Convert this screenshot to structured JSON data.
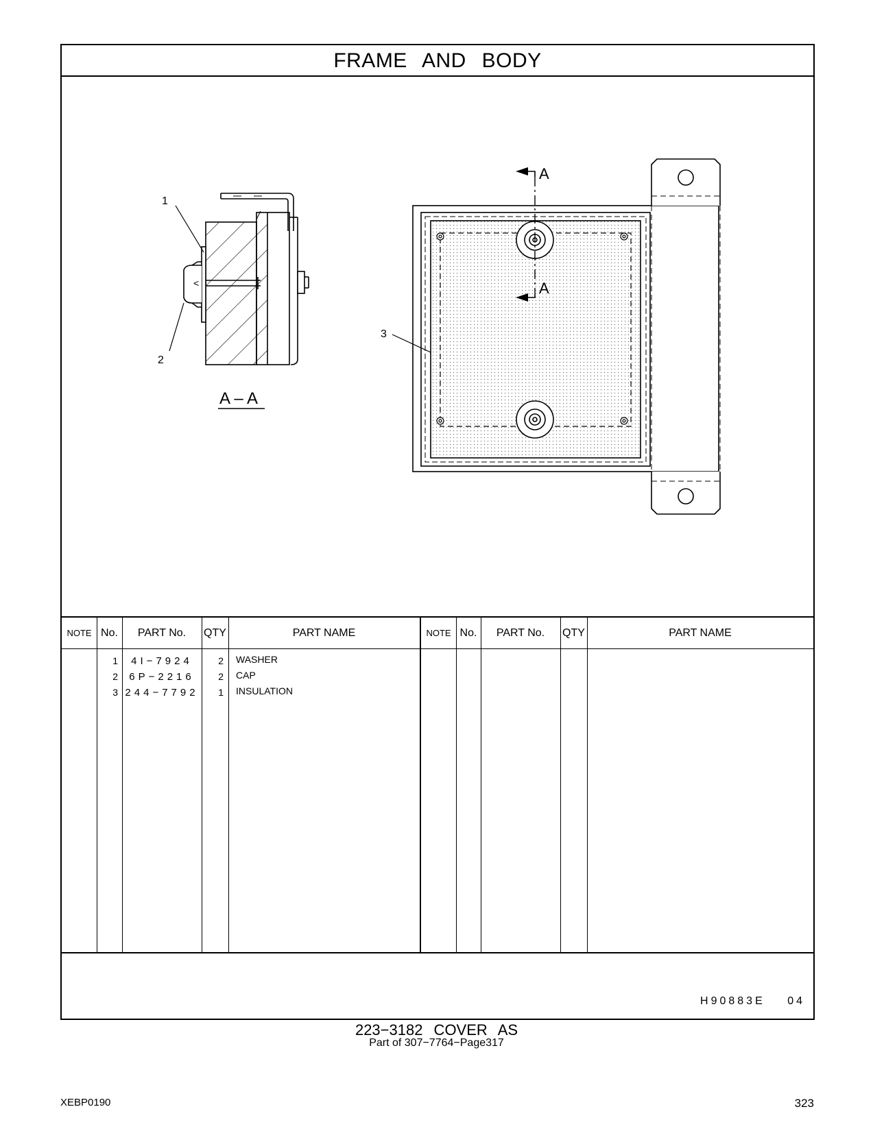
{
  "title": "FRAME AND BODY",
  "drawing": {
    "callouts": [
      "1",
      "2",
      "3"
    ],
    "section_label": "A – A",
    "section_marker": "A"
  },
  "parts_table": {
    "headers": [
      "NOTE",
      "No.",
      "PART No.",
      "QTY",
      "PART NAME"
    ],
    "rows": [
      {
        "note": "",
        "no": "1",
        "part_no": "4I−7924",
        "qty": "2",
        "name": "WASHER"
      },
      {
        "note": "",
        "no": "2",
        "part_no": "6P−2216",
        "qty": "2",
        "name": "CAP"
      },
      {
        "note": "",
        "no": "3",
        "part_no": "244−7792",
        "qty": "1",
        "name": "INSULATION"
      }
    ]
  },
  "drawing_code": "H90883E 04",
  "caption": {
    "main": "223−3182 COVER AS",
    "sub": "Part of 307−7764−Page317"
  },
  "footer": {
    "doc_id": "XEBP0190",
    "page_number": "323"
  }
}
